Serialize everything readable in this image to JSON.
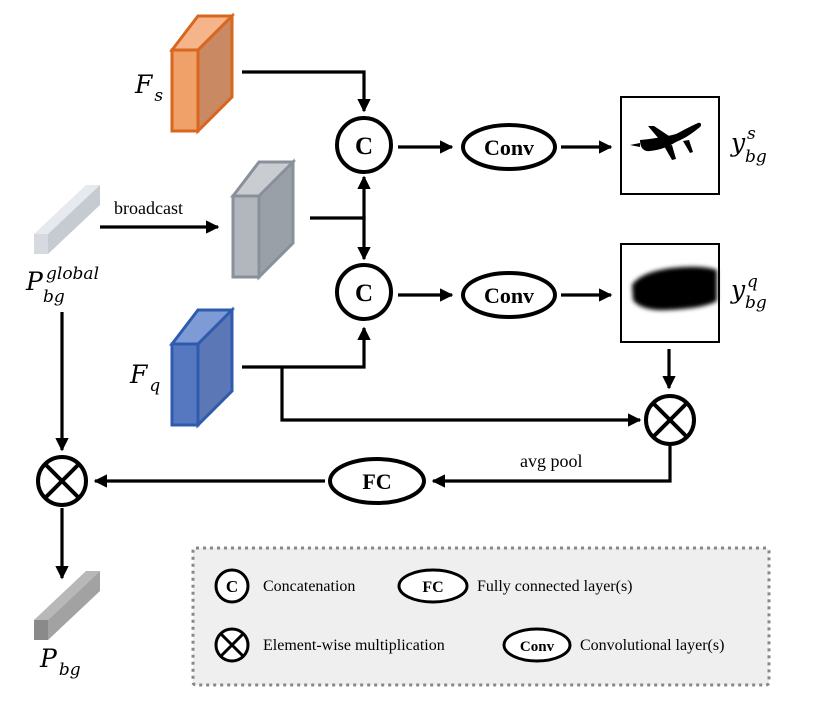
{
  "labels": {
    "fs_base": "F",
    "fs_sub": "s",
    "fq_base": "F",
    "fq_sub": "q",
    "pglobal_base": "P",
    "pglobal_sub": "bg",
    "pglobal_sup": "global",
    "pbg_base": "P",
    "pbg_sub": "bg",
    "ys_base": "y",
    "ys_sub": "bg",
    "ys_sup": "s",
    "yq_base": "y",
    "yq_sub": "bg",
    "yq_sup": "q"
  },
  "nodes": {
    "concat_symbol": "C",
    "conv_label": "Conv",
    "fc_label": "FC"
  },
  "edges": {
    "broadcast": "broadcast",
    "avg_pool": "avg pool"
  },
  "legend": {
    "concat_symbol": "C",
    "concat_text": "Concatenation",
    "fc_symbol": "FC",
    "fc_text": "Fully connected layer(s)",
    "mult_text": "Element-wise multiplication",
    "conv_symbol": "Conv",
    "conv_text": "Convolutional layer(s)"
  },
  "colors": {
    "fs_front": "#F0A069",
    "fs_side": "#C98A63",
    "fs_top": "#F5B48A",
    "fs_stroke": "#D9661E",
    "fq_front": "#5578C0",
    "fq_side": "#5B77B5",
    "fq_top": "#7F9BD6",
    "fq_stroke": "#2F5BAF",
    "broadcast_front": "#B2B7BE",
    "broadcast_side": "#9AA0A8",
    "broadcast_top": "#C9CDD2",
    "broadcast_stroke": "#8A9099",
    "pglobal_front": "#D6DAE0",
    "pglobal_side": "#C6CBD2",
    "pglobal_top": "#E6E9ED",
    "pbg_front": "#8A8A8A",
    "pbg_side": "#A2A2A2",
    "pbg_top": "#B8B8B8",
    "legend_bg": "#EFEFEF",
    "legend_border": "#888888"
  }
}
